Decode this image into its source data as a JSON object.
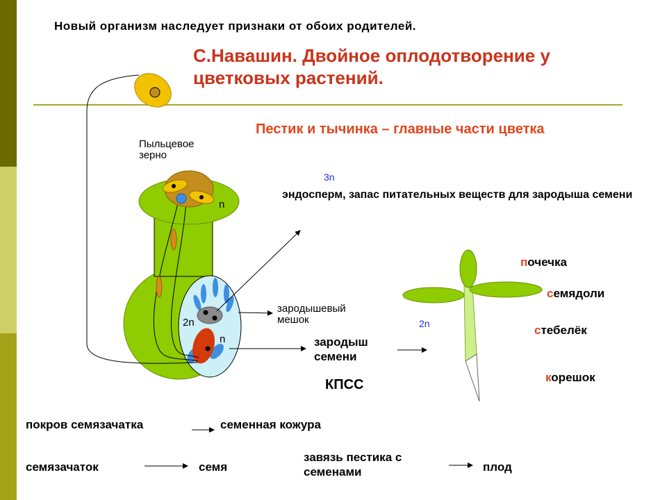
{
  "header": "Новый организм наследует признаки от обоих родителей.",
  "title": "С.Навашин. Двойное оплодотворение у цветковых растений.",
  "subtitle": "Пестик и тычинка – главные части цветка",
  "flower": {
    "pollen_label": "Пыльцевое зерно",
    "sac_label": "зародышевый мешок",
    "ploidy_n_top": "n",
    "ploidy_2n": "2n",
    "ploidy_n_egg": "n"
  },
  "endosperm": {
    "ploidy": "3n",
    "text": "эндосперм, запас питательных веществ для зародыша семени"
  },
  "embryo": {
    "text": "зародыш семени",
    "ploidy": "2n"
  },
  "kpss": "КПСС",
  "seedling": {
    "bud": {
      "first": "п",
      "rest": "очечка"
    },
    "cotyledons": {
      "first": "с",
      "rest": "емядоли"
    },
    "stem": {
      "first": "с",
      "rest": "тебелёк"
    },
    "root": {
      "first": "к",
      "rest": "орешок"
    }
  },
  "transformations": [
    {
      "from": "покров семязачатка",
      "to": "семенная кожура"
    },
    {
      "from": "семязачаток",
      "to": "семя"
    },
    {
      "from": "завязь пестика с семенами",
      "to": "плод"
    }
  ],
  "colors": {
    "strip_dark": "#6b6b00",
    "strip_light": "#cfcf6a",
    "strip_mid": "#a3a31a",
    "title": "#c8341c",
    "subtitle": "#e0461c",
    "pistil": "#8fcc00",
    "sac": "#cdeff7",
    "pollen": "#f2c200",
    "egg": "#d43a0a",
    "synergid": "#3f8fe0"
  }
}
